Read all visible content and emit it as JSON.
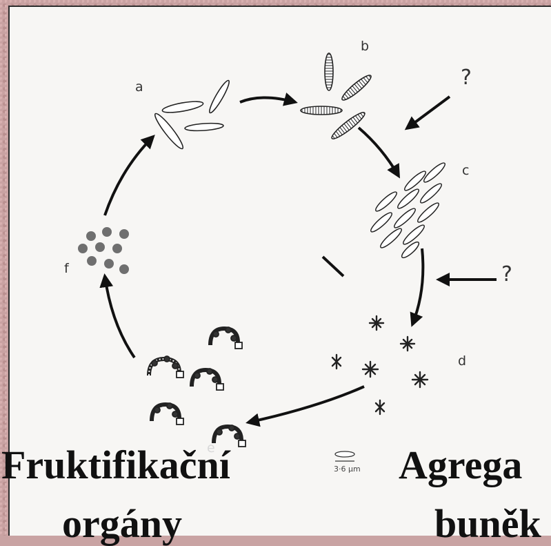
{
  "stage_labels": {
    "a": "a",
    "b": "b",
    "c": "c",
    "d": "d",
    "e": "e",
    "f": "f"
  },
  "question_marks": [
    "?",
    "?"
  ],
  "scale_bar": {
    "label": "3·6 µm"
  },
  "captions": {
    "left_line1": "Fruktifikační",
    "left_line2": "orgány",
    "right_line1": "Agrega",
    "right_line2": "buněk"
  }
}
